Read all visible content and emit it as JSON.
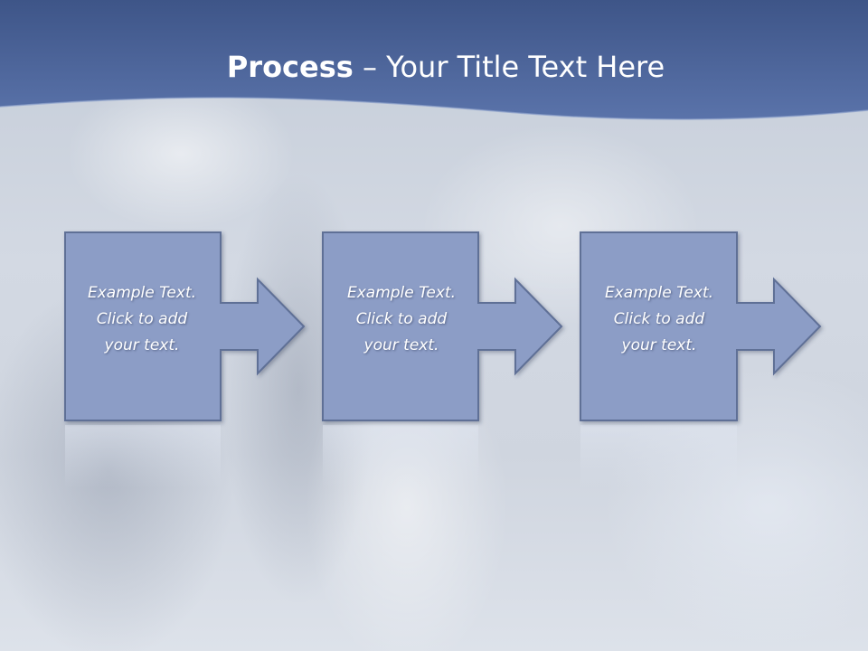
{
  "slide": {
    "title_bold": "Process",
    "title_rest": " – Your Title Text Here",
    "colors": {
      "header": "#4f689f",
      "box_fill": "#8c9dc6",
      "box_stroke": "#5f6f96",
      "text": "#ffffff"
    }
  },
  "steps": [
    {
      "line1": "Example Text.",
      "line2": "Click  to add",
      "line3": "your text."
    },
    {
      "line1": "Example Text.",
      "line2": "Click  to add",
      "line3": "your text."
    },
    {
      "line1": "Example Text.",
      "line2": "Click  to add",
      "line3": "your text."
    }
  ]
}
